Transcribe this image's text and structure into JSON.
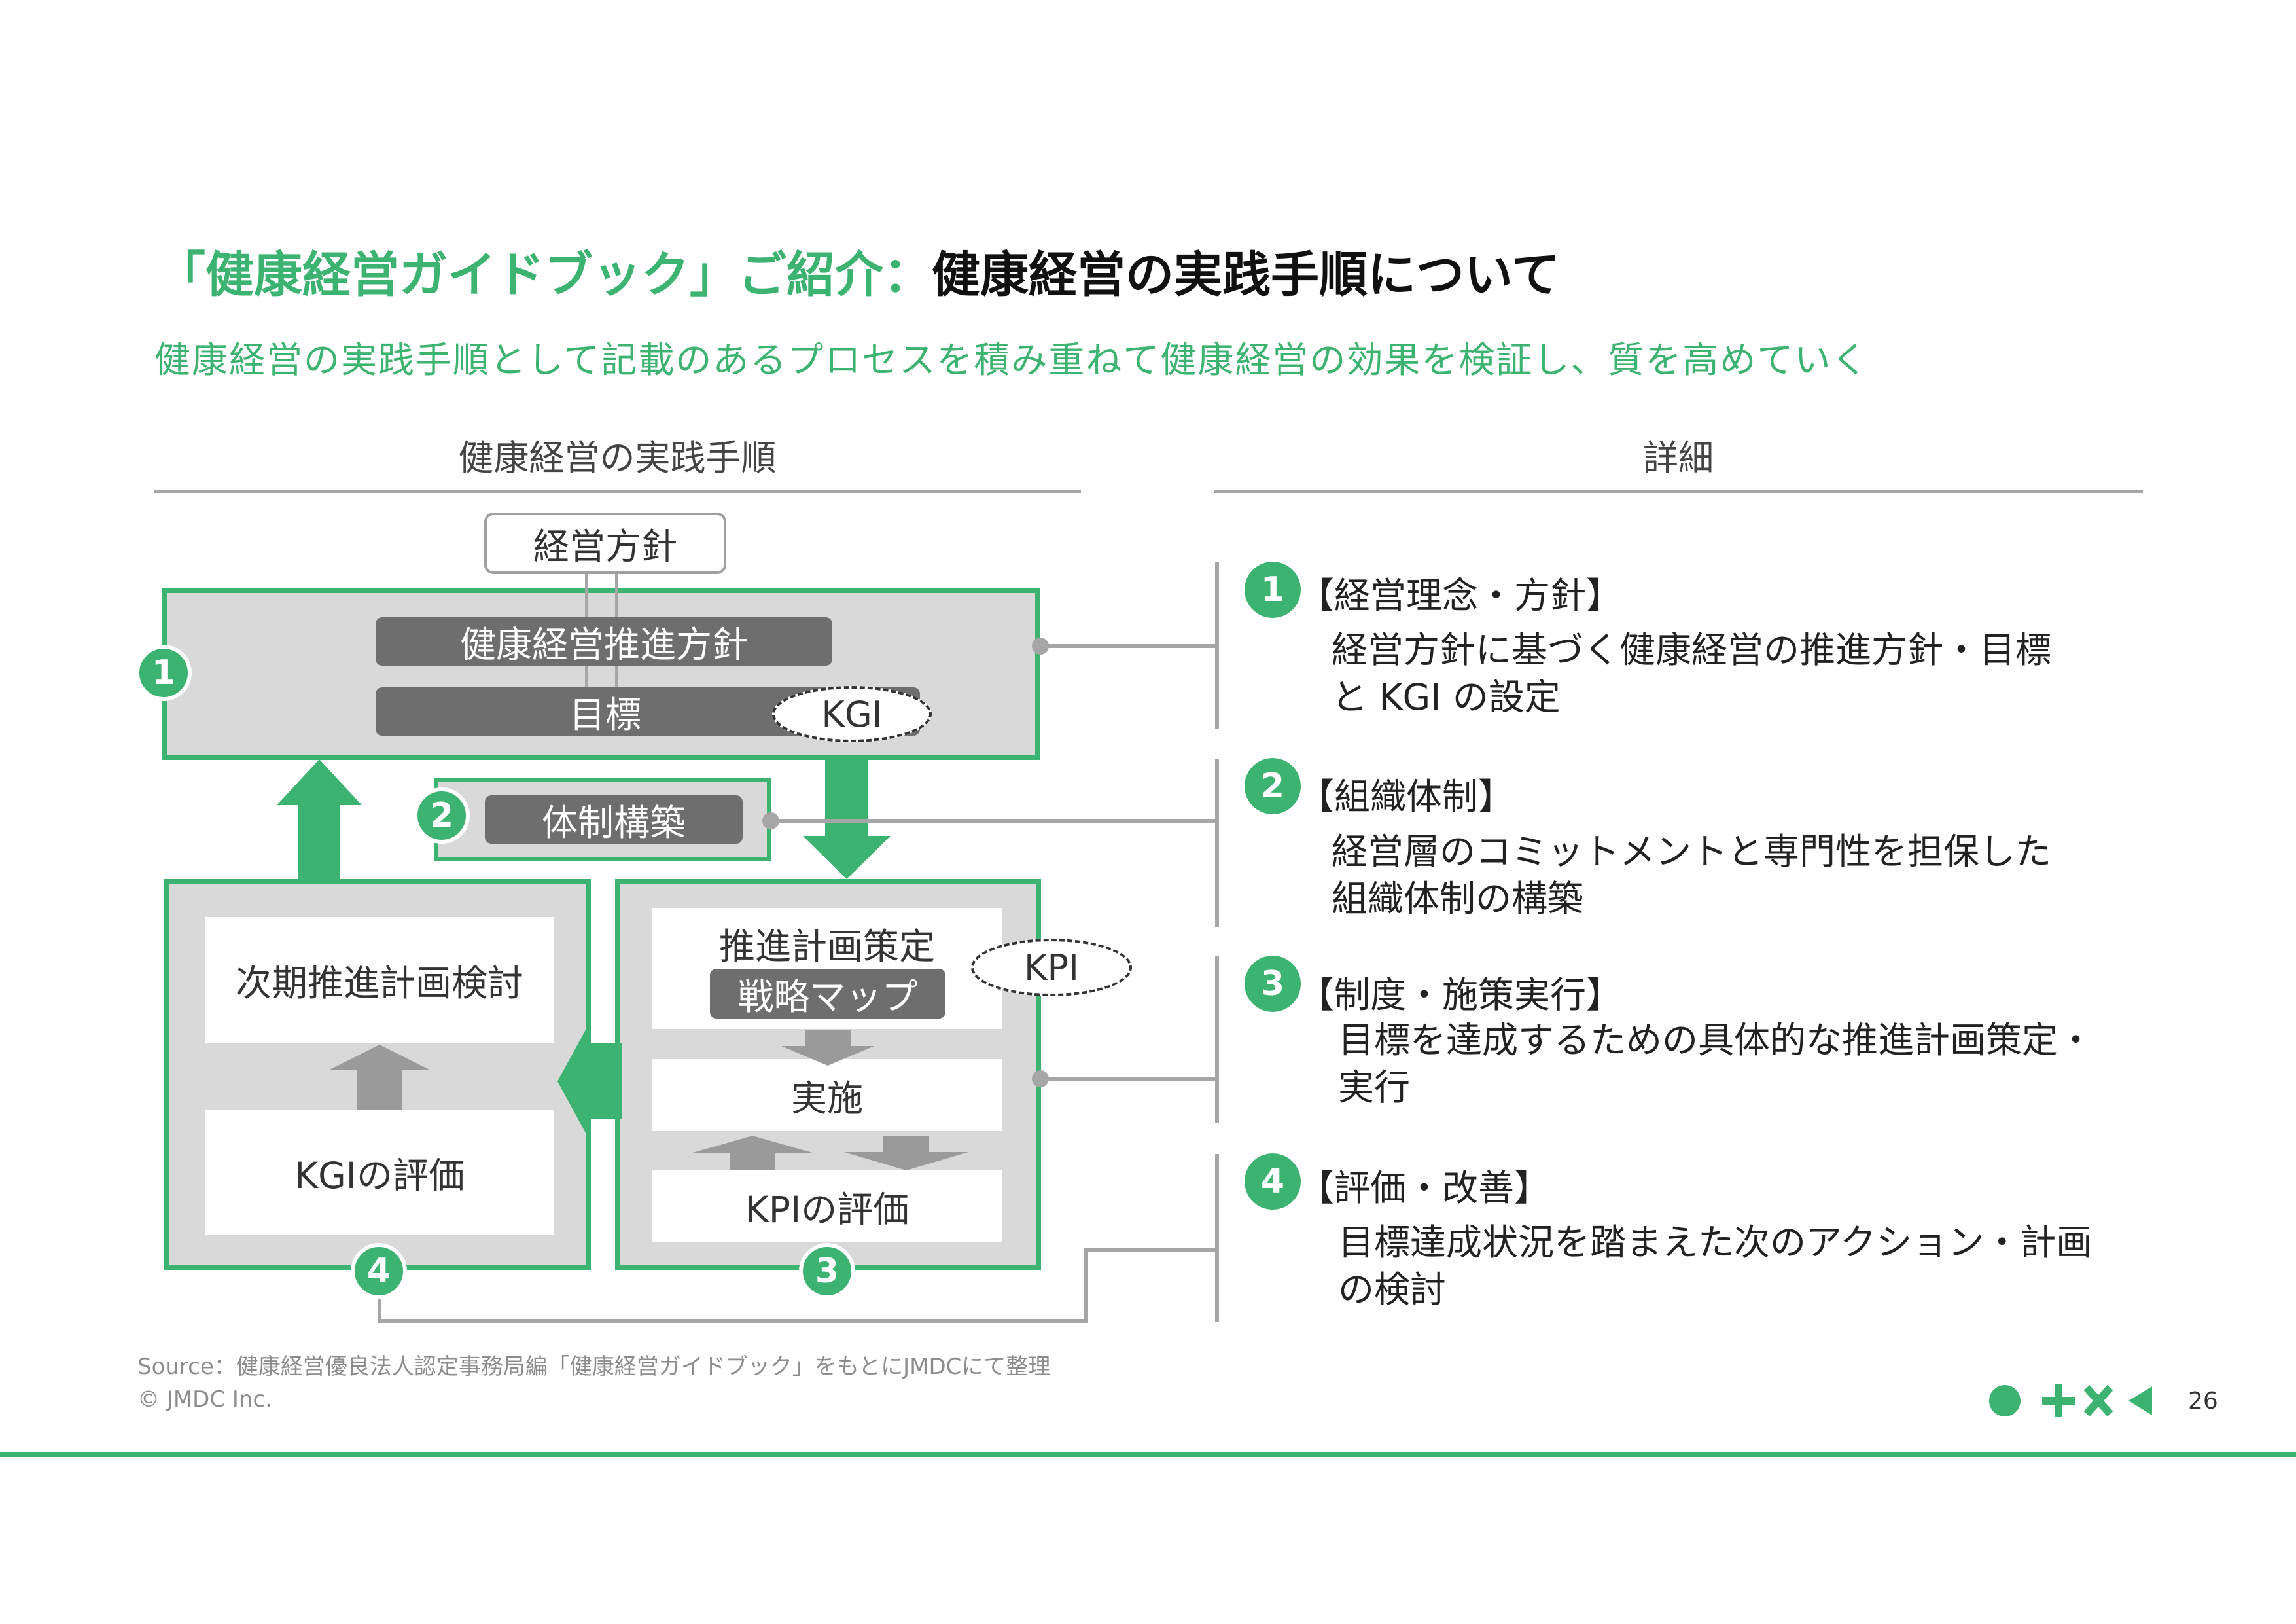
{
  "title": {
    "green_part": "「健康経営ガイドブック」ご紹介：",
    "dark_part": "健康経営の実践手順について"
  },
  "subtitle": "健康経営の実践手順として記載のあるプロセスを積み重ねて健康経営の効果を検証し、質を高めていく",
  "left_header": "健康経営の実践手順",
  "right_header": "詳細",
  "diagram": {
    "top_box": "経営方針",
    "step1_policy": "健康経営推進方針",
    "step1_goal": "目標",
    "kgi_oval": "KGI",
    "step2_label": "体制構築",
    "step3_plan": "推進計画策定",
    "step3_map": "戦略マップ",
    "kpi_oval": "KPI",
    "step3_exec": "実施",
    "step3_eval": "KPIの評価",
    "step4_next": "次期推進計画検討",
    "step4_eval": "KGIの評価",
    "badges": [
      "1",
      "2",
      "3",
      "4"
    ]
  },
  "details": [
    {
      "num": "1",
      "heading": "【経営理念・方針】",
      "lines": [
        "経営方針に基づく健康経営の推進方針・目標",
        "と KGI の設定"
      ]
    },
    {
      "num": "2",
      "heading": "【組織体制】",
      "lines": [
        "経営層のコミットメントと専門性を担保した",
        "組織体制の構築"
      ]
    },
    {
      "num": "3",
      "heading": "【制度・施策実行】",
      "lines": [
        "目標を達成するための具体的な推進計画策定・",
        "実行"
      ]
    },
    {
      "num": "4",
      "heading": "【評価・改善】",
      "lines": [
        "目標達成状況を踏まえた次のアクション・計画",
        "の検討"
      ]
    }
  ],
  "footer": {
    "source": "Source：健康経営優良法人認定事務局編「健康経営ガイドブック」をもとにJMDCにて整理",
    "copyright": "© JMDC Inc.",
    "page": "26"
  },
  "colors": {
    "accent_green": "#3cb371",
    "dark_gray": "#6e6e6e",
    "light_gray": "#d9d9d9"
  }
}
